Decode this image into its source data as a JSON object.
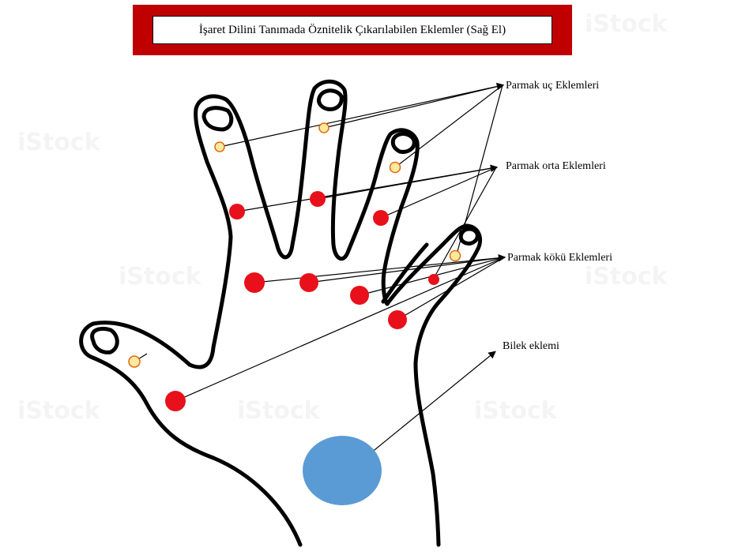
{
  "title": "İşaret Dilini Tanımada Öznitelik Çıkarılabilen Eklemler (Sağ El)",
  "labels": {
    "fingertip": "Parmak uç  Eklemleri",
    "middle": "Parmak orta  Eklemleri",
    "base": "Parmak kökü  Eklemleri",
    "wrist": "Bilek eklemi"
  },
  "colors": {
    "title_frame": "#c00000",
    "joint_red": "#e8101a",
    "joint_tip_fill": "#fdeaa0",
    "joint_tip_stroke": "#e06a10",
    "wrist": "#5b9bd5",
    "outline": "#000000"
  }
}
